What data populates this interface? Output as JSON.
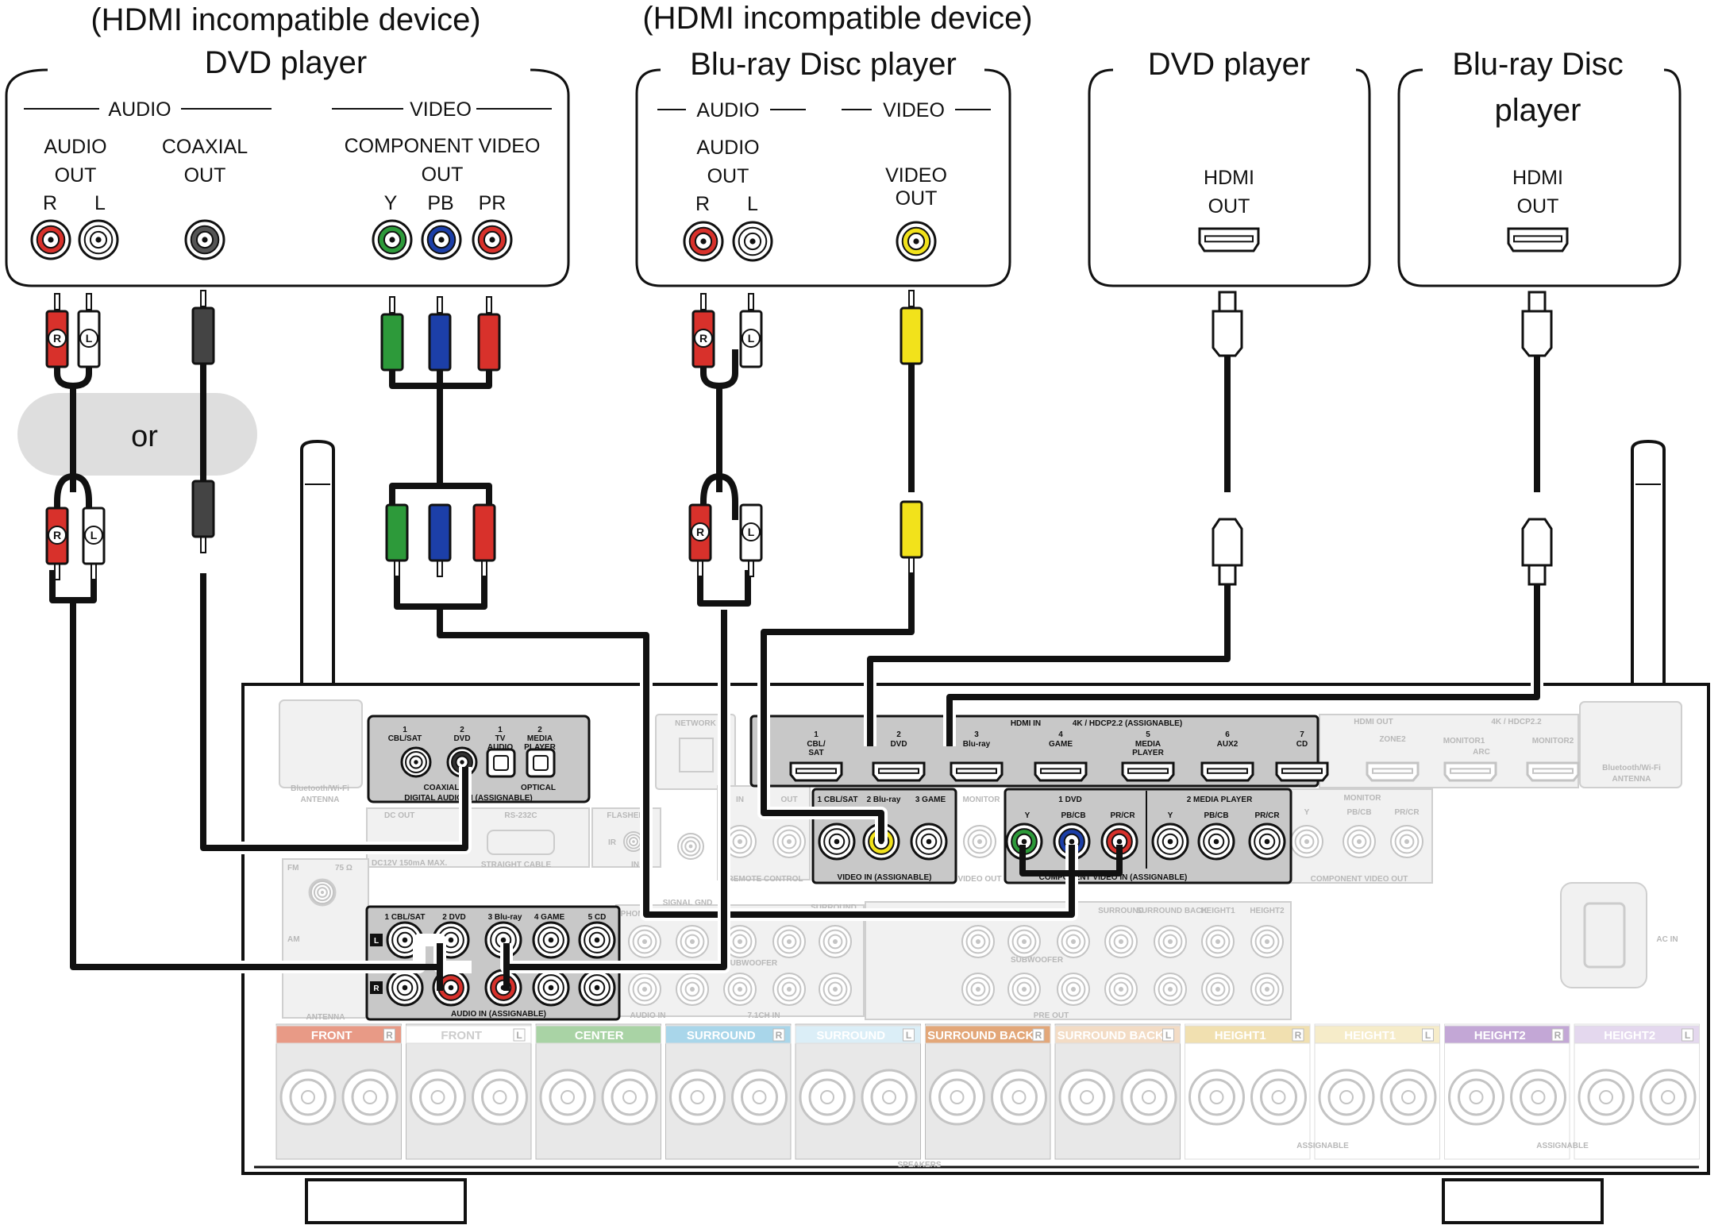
{
  "devices": {
    "dvd_legacy": {
      "note": "(HDMI incompatible device)",
      "title": "DVD player",
      "audio_group": "AUDIO",
      "video_group": "VIDEO",
      "audio_out": [
        "AUDIO",
        "OUT"
      ],
      "coaxial_out": [
        "COAXIAL",
        "OUT"
      ],
      "component_out": [
        "COMPONENT VIDEO",
        "OUT"
      ],
      "labels": {
        "r": "R",
        "l": "L",
        "y": "Y",
        "pb": "PB",
        "pr": "PR"
      }
    },
    "bd_legacy": {
      "note": "(HDMI incompatible device)",
      "title": "Blu-ray Disc player",
      "audio_group": "AUDIO",
      "video_group": "VIDEO",
      "audio_out": [
        "AUDIO",
        "OUT"
      ],
      "video_out": [
        "VIDEO",
        "OUT"
      ],
      "labels": {
        "r": "R",
        "l": "L"
      }
    },
    "dvd_hdmi": {
      "title": "DVD player",
      "hdmi_out": [
        "HDMI",
        "OUT"
      ]
    },
    "bd_hdmi": {
      "title": [
        "Blu-ray Disc",
        "player"
      ],
      "hdmi_out": [
        "HDMI",
        "OUT"
      ]
    }
  },
  "or_label": "or",
  "plug_labels": {
    "r": "R",
    "l": "L"
  },
  "receiver": {
    "digital_audio_in": {
      "inputs": [
        [
          "1",
          "CBL/SAT"
        ],
        [
          "2",
          "DVD"
        ],
        [
          "1",
          "TV",
          "AUDIO"
        ],
        [
          "2",
          "MEDIA",
          "PLAYER"
        ]
      ],
      "coaxial": "COAXIAL",
      "optical": "OPTICAL",
      "caption": "DIGITAL AUDIO IN (ASSIGNABLE)"
    },
    "hdmi_in": {
      "title": "HDMI IN",
      "spec": "4K / HDCP2.2 (ASSIGNABLE)",
      "inputs": [
        [
          "1",
          "CBL/",
          "SAT"
        ],
        [
          "2",
          "DVD"
        ],
        [
          "3",
          "Blu-ray"
        ],
        [
          "4",
          "GAME"
        ],
        [
          "5",
          "MEDIA",
          "PLAYER"
        ],
        [
          "6",
          "AUX2"
        ],
        [
          "7",
          "CD"
        ]
      ]
    },
    "hdmi_out": {
      "title": "HDMI OUT",
      "spec": "4K / HDCP2.2",
      "zone2": "ZONE2",
      "monitor1": "MONITOR1",
      "arc": "ARC",
      "monitor2": "MONITOR2"
    },
    "video_in": {
      "inputs": [
        "1 CBL/SAT",
        "2 Blu-ray",
        "3 GAME"
      ],
      "caption": "VIDEO IN (ASSIGNABLE)"
    },
    "component_in": {
      "groups": [
        "1 DVD",
        "2 MEDIA PLAYER"
      ],
      "jacks": [
        "Y",
        "PB/CB",
        "PR/CR"
      ],
      "caption": "COMPONENT VIDEO IN (ASSIGNABLE)"
    },
    "component_out": {
      "title": "MONITOR",
      "jacks": [
        "Y",
        "PB/CB",
        "PR/CR"
      ],
      "caption": "COMPONENT VIDEO OUT"
    },
    "video_out_label": "VIDEO OUT",
    "monitor_label": "MONITOR",
    "network": "NETWORK",
    "flasher": "FLASHER",
    "ir": "IR",
    "in_label": "IN",
    "out_label": "OUT",
    "remote_control": "REMOTE CONTROL",
    "signal_gnd": "SIGNAL GND",
    "dc_out": "DC OUT",
    "dc_spec": "DC12V 150mA MAX.",
    "rs232c": "RS-232C",
    "straight_cable": "STRAIGHT CABLE",
    "fm": "FM",
    "fm_ohm": "75 Ω",
    "am": "AM",
    "antenna": "ANTENNA",
    "bt_antenna": [
      "Bluetooth/Wi-Fi",
      "ANTENNA"
    ],
    "audio_in": {
      "inputs": [
        "1 CBL/SAT",
        "2 DVD",
        "3 Blu-ray",
        "4 GAME",
        "5 CD"
      ],
      "l": "L",
      "r": "R",
      "caption": "AUDIO IN (ASSIGNABLE)"
    },
    "phono": "PHONO",
    "audio_in_faded": "AUDIO IN",
    "ch71_in": "7.1CH IN",
    "surround_faded": "SURROUND",
    "subwoofer_faded": "SUBWOOFER",
    "pre_out": {
      "labels": [
        "SURROUND",
        "SURROUND BACK",
        "HEIGHT1",
        "HEIGHT2"
      ],
      "subwoofer": "SUBWOOFER",
      "caption": "PRE OUT"
    },
    "ac_in": "AC IN",
    "speakers": {
      "terminals": [
        {
          "name": "FRONT",
          "side": "R",
          "color": "#e89a86"
        },
        {
          "name": "FRONT",
          "side": "L",
          "color": "#ffffff"
        },
        {
          "name": "CENTER",
          "side": "",
          "color": "#a9d3a5"
        },
        {
          "name": "SURROUND",
          "side": "R",
          "color": "#a9d6ea"
        },
        {
          "name": "SURROUND",
          "side": "L",
          "color": "#dbeef7"
        },
        {
          "name": "SURROUND BACK",
          "side": "R",
          "color": "#e3a779"
        },
        {
          "name": "SURROUND BACK",
          "side": "L",
          "color": "#f3dcc5"
        },
        {
          "name": "HEIGHT1",
          "side": "R",
          "color": "#f1e0b0"
        },
        {
          "name": "HEIGHT1",
          "side": "L",
          "color": "#f6ecc9"
        },
        {
          "name": "HEIGHT2",
          "side": "R",
          "color": "#c3a7d6"
        },
        {
          "name": "HEIGHT2",
          "side": "L",
          "color": "#e4d8ee"
        }
      ],
      "assignable": "ASSIGNABLE",
      "caption": "SPEAKERS"
    }
  }
}
